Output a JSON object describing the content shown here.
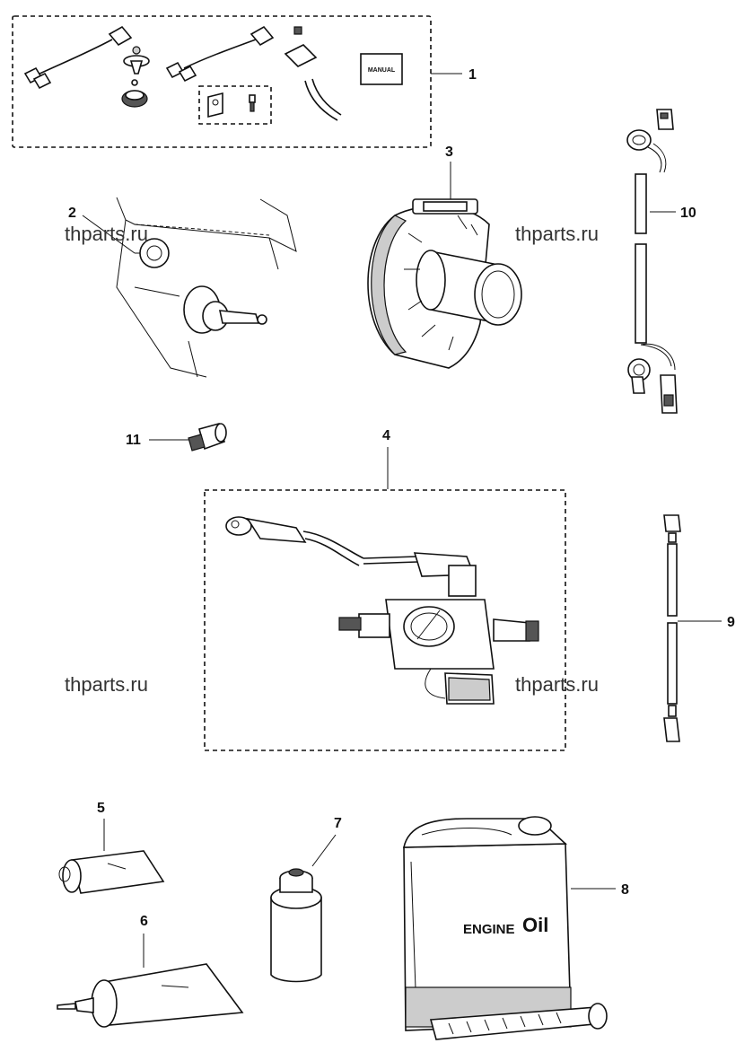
{
  "callouts": {
    "c1": "1",
    "c2": "2",
    "c3": "3",
    "c4": "4",
    "c5": "5",
    "c6": "6",
    "c7": "7",
    "c8": "8",
    "c9": "9",
    "c10": "10",
    "c11": "11"
  },
  "watermarks": {
    "w1": "thparts.ru",
    "w2": "thparts.ru",
    "w3": "thparts.ru",
    "w4": "thparts.ru"
  },
  "labels": {
    "manual": "MANUAL",
    "engine_oil_a": "ENGINE",
    "engine_oil_b": "Oil"
  },
  "colors": {
    "line": "#111111",
    "fill": "#ffffff",
    "shade": "#cccccc"
  }
}
